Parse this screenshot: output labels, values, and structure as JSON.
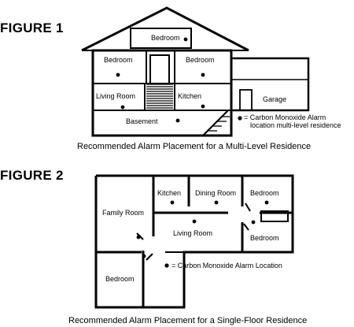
{
  "figure1": {
    "title": "FIGURE 1",
    "caption": "Recommended Alarm Placement for a Multi-Level Residence",
    "rooms": {
      "attic_bedroom": "Bedroom",
      "bedroom_left": "Bedroom",
      "bedroom_right": "Bedroom",
      "living_room": "Living Room",
      "kitchen": "Kitchen",
      "garage": "Garage",
      "basement": "Basement"
    },
    "legend_line1": "= Carbon Monoxide Alarm",
    "legend_line2": "location multi-level residence"
  },
  "figure2": {
    "title": "FIGURE 2",
    "caption": "Recommended Alarm Placement for a Single-Floor Residence",
    "rooms": {
      "kitchen": "Kitchen",
      "dining_room": "Dining Room",
      "bedroom_top_right": "Bedroom",
      "family_room": "Family Room",
      "living_room": "Living Room",
      "bedroom_right": "Bedroom",
      "bedroom_bottom_left": "Bedroom"
    },
    "legend": "= Carbon Monoxide Alarm Location"
  },
  "colors": {
    "ink": "#000000",
    "paper": "#ffffff"
  }
}
